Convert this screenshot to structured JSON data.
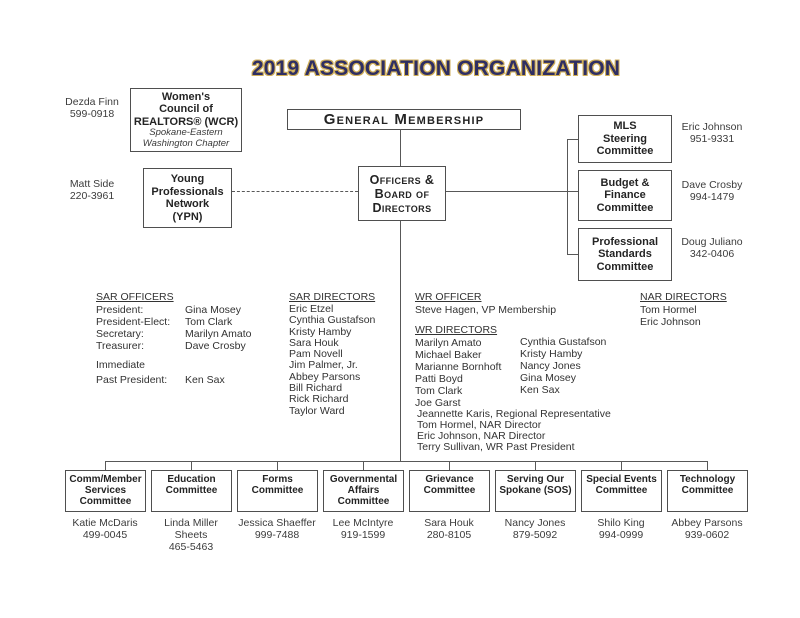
{
  "title": "2019 ASSOCIATION ORGANIZATION",
  "colors": {
    "title_fill": "#2e2e63",
    "title_outline": "#cfae58",
    "text": "#383838",
    "line": "#585858"
  },
  "top": {
    "wcr_contact": [
      "Dezda Finn",
      "599-0918"
    ],
    "wcr_box": {
      "name": [
        "Women's",
        "Council of",
        "REALTORS® (WCR)"
      ],
      "chapter": [
        "Spokane-Eastern",
        "Washington Chapter"
      ]
    },
    "general_membership": "General Membership",
    "ypn_contact": [
      "Matt Side",
      "220-3961"
    ],
    "ypn_box": [
      "Young",
      "Professionals",
      "Network",
      "(YPN)"
    ],
    "officers_box": [
      "Officers &",
      "Board of",
      "Directors"
    ],
    "right_committees": [
      {
        "name": [
          "MLS",
          "Steering",
          "Committee"
        ],
        "contact": [
          "Eric Johnson",
          "951-9331"
        ]
      },
      {
        "name": [
          "Budget &",
          "Finance",
          "Committee"
        ],
        "contact": [
          "Dave Crosby",
          "994-1479"
        ]
      },
      {
        "name": [
          "Professional",
          "Standards",
          "Committee"
        ],
        "contact": [
          "Doug Juliano",
          "342-0406"
        ]
      }
    ]
  },
  "sar_officers": {
    "heading": "SAR OFFICERS",
    "rows": [
      {
        "label": "President:",
        "value": "Gina Mosey"
      },
      {
        "label": "President-Elect:",
        "value": "Tom Clark"
      },
      {
        "label": "Secretary:",
        "value": "Marilyn Amato"
      },
      {
        "label": "Treasurer:",
        "value": "Dave Crosby"
      }
    ],
    "immediate_line": "Immediate",
    "past_row": {
      "label": "Past President:",
      "value": "Ken Sax"
    }
  },
  "sar_directors": {
    "heading": "SAR DIRECTORS",
    "items": [
      "Eric Etzel",
      "Cynthia Gustafson",
      "Kristy Hamby",
      "Sara Houk",
      "Pam Novell",
      "Jim Palmer, Jr.",
      "Abbey Parsons",
      "Bill Richard",
      "Rick Richard",
      "Taylor Ward"
    ]
  },
  "wr_officer": {
    "heading": "WR OFFICER",
    "value": "Steve Hagen, VP Membership"
  },
  "wr_directors": {
    "heading": "WR DIRECTORS",
    "col1": [
      "Marilyn Amato",
      "Michael Baker",
      "Marianne Bornhoft",
      "Patti Boyd",
      "Tom Clark",
      "Joe Garst"
    ],
    "col2": [
      "Cynthia Gustafson",
      "Kristy Hamby",
      "Nancy Jones",
      "Gina Mosey",
      "Ken Sax"
    ]
  },
  "wr_reps": [
    "Jeannette Karis, Regional Representative",
    "Tom Hormel, NAR Director",
    "Eric Johnson, NAR Director",
    "Terry Sullivan, WR Past President"
  ],
  "nar_directors": {
    "heading": "NAR DIRECTORS",
    "items": [
      "Tom Hormel",
      "Eric Johnson"
    ]
  },
  "committees": [
    {
      "name": [
        "Comm/Member",
        "Services",
        "Committee"
      ],
      "chair": [
        "Katie McDaris",
        "499-0045"
      ]
    },
    {
      "name": [
        "Education",
        "Committee"
      ],
      "chair": [
        "Linda Miller",
        "Sheets",
        "465-5463"
      ]
    },
    {
      "name": [
        "Forms",
        "Committee"
      ],
      "chair": [
        "Jessica Shaeffer",
        "999-7488"
      ]
    },
    {
      "name": [
        "Governmental",
        "Affairs",
        "Committee"
      ],
      "chair": [
        "Lee McIntyre",
        "919-1599"
      ]
    },
    {
      "name": [
        "Grievance",
        "Committee"
      ],
      "chair": [
        "Sara Houk",
        "280-8105"
      ]
    },
    {
      "name": [
        "Serving Our",
        "Spokane (SOS)"
      ],
      "chair": [
        "Nancy Jones",
        "879-5092"
      ]
    },
    {
      "name": [
        "Special Events",
        "Committee"
      ],
      "chair": [
        "Shilo King",
        "994-0999"
      ]
    },
    {
      "name": [
        "Technology",
        "Committee"
      ],
      "chair": [
        "Abbey Parsons",
        "939-0602"
      ]
    }
  ]
}
